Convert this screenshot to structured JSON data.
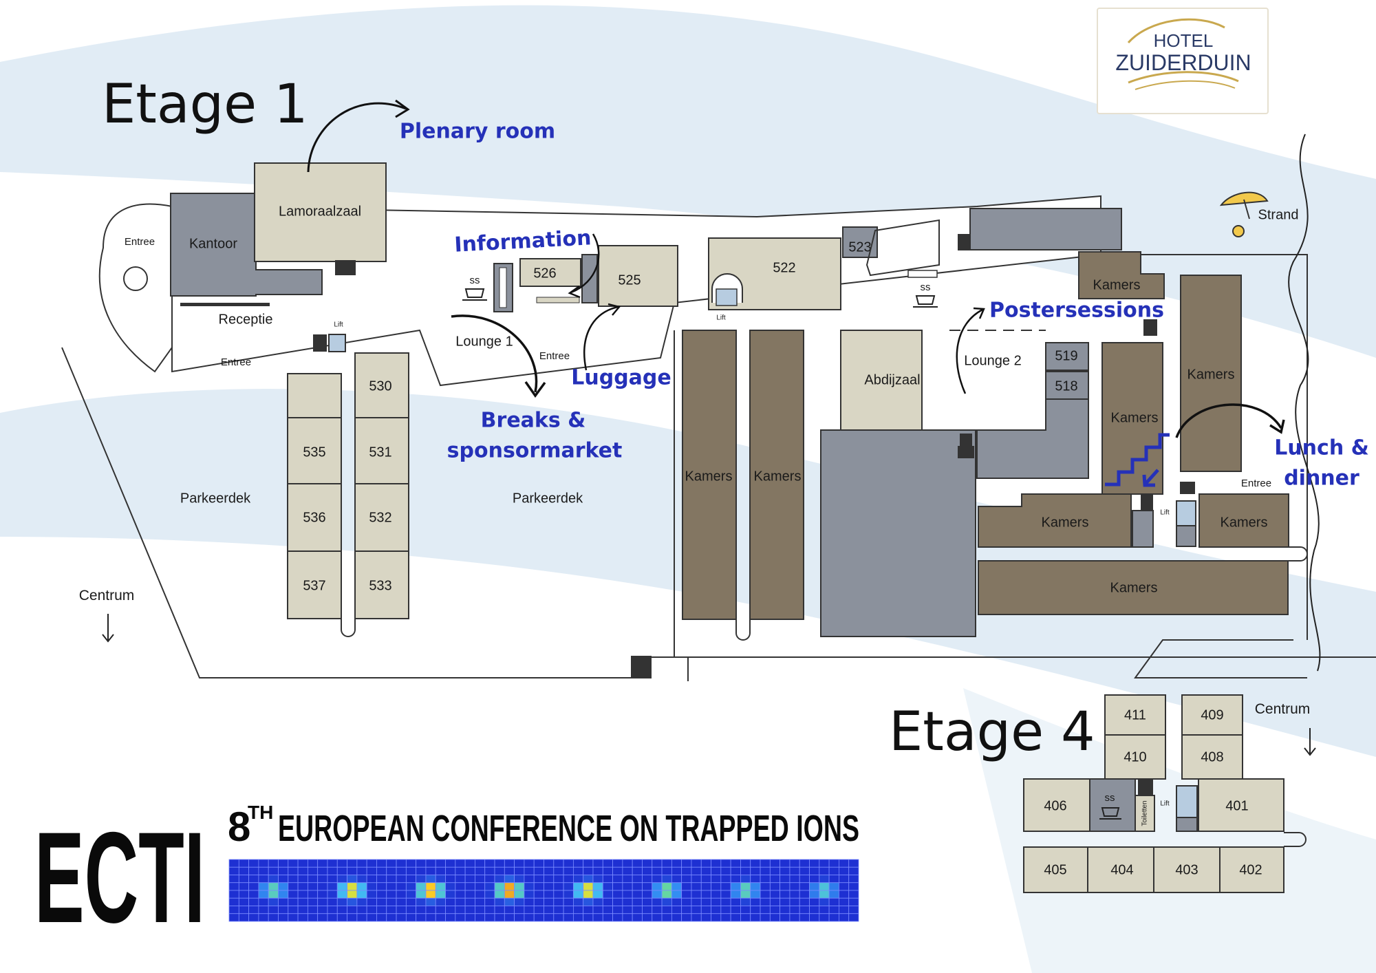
{
  "floors": {
    "etage1": "Etage 1",
    "etage4": "Etage 4"
  },
  "logo": {
    "line1": "HOTEL",
    "line2": "ZUIDERDUIN"
  },
  "colors": {
    "room_beige": "#d9d6c4",
    "room_brown": "#837662",
    "room_slate": "#8b919c",
    "annotation_blue": "#2531b8",
    "wave_blue": "#e1ecf5"
  },
  "annotations": {
    "plenary": "Plenary room",
    "information": "Information",
    "postersessions": "Postersessions",
    "luggage": "Luggage",
    "breaks_line1": "Breaks &",
    "breaks_line2": "sponsormarket",
    "lunch_line1": "Lunch &",
    "lunch_line2": "dinner"
  },
  "labels": {
    "entree": "Entree",
    "kantoor": "Kantoor",
    "lamoraalzaal": "Lamoraalzaal",
    "receptie": "Receptie",
    "lift": "Lift",
    "lounge1": "Lounge 1",
    "lounge2": "Lounge 2",
    "abdijzaal": "Abdijzaal",
    "parkeerdek": "Parkeerdek",
    "kamers": "Kamers",
    "strand": "Strand",
    "centrum": "Centrum",
    "toiletten": "Toiletten"
  },
  "rooms": {
    "r526": "526",
    "r525": "525",
    "r522": "522",
    "r523": "523",
    "r530": "530",
    "r531": "531",
    "r532": "532",
    "r533": "533",
    "r535": "535",
    "r536": "536",
    "r537": "537",
    "r519": "519",
    "r518": "518",
    "r411": "411",
    "r409": "409",
    "r410": "410",
    "r408": "408",
    "r406": "406",
    "r401": "401",
    "r405": "405",
    "r404": "404",
    "r403": "403",
    "r402": "402"
  },
  "conference": {
    "acronym": "ECTI",
    "ordinal": "8",
    "ordinal_suffix": "TH",
    "title": "EUROPEAN CONFERENCE ON TRAPPED IONS"
  },
  "ion_strip": {
    "rows": 8,
    "cols": 64,
    "ion_count": 8,
    "ion_peak_intensity": [
      0.55,
      0.85,
      0.95,
      1.0,
      0.85,
      0.6,
      0.55,
      0.5
    ]
  }
}
